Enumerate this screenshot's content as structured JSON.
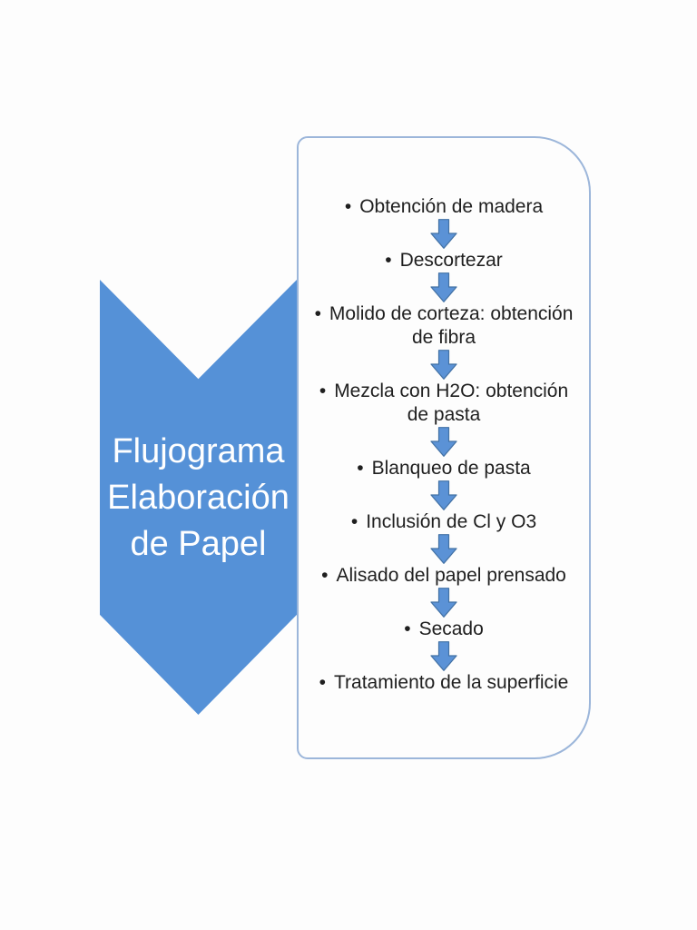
{
  "theme": {
    "page_bg": "#fdfdfd",
    "chevron_fill": "#5591d7",
    "chevron_text_color": "#ffffff",
    "arrow_fill": "#5b92d6",
    "arrow_stroke": "#4372a5",
    "box_border": "#9cb6da",
    "step_text_color": "#1f1f1f"
  },
  "chevron": {
    "lines": [
      "Flujograma",
      "Elaboración",
      "de Papel"
    ]
  },
  "flow": {
    "bullet": "•",
    "steps": [
      {
        "lines": [
          "Obtención de madera"
        ]
      },
      {
        "lines": [
          "Descortezar"
        ]
      },
      {
        "lines": [
          "Molido de corteza: obtención",
          "de fibra"
        ]
      },
      {
        "lines": [
          "Mezcla con H2O: obtención",
          "de pasta"
        ]
      },
      {
        "lines": [
          "Blanqueo de pasta"
        ]
      },
      {
        "lines": [
          "Inclusión de Cl y O3"
        ]
      },
      {
        "lines": [
          "Alisado del papel prensado"
        ]
      },
      {
        "lines": [
          "Secado"
        ]
      },
      {
        "lines": [
          "Tratamiento de la superficie"
        ]
      }
    ]
  }
}
